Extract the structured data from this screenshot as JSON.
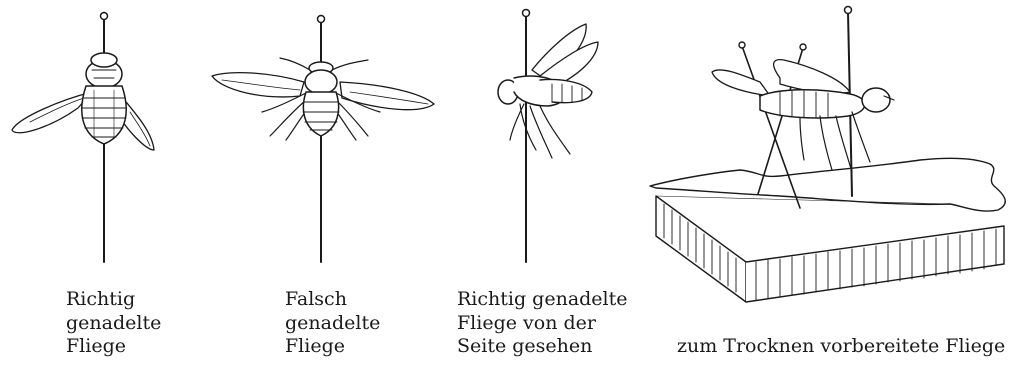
{
  "figures": [
    {
      "id": "correct",
      "caption_lines": [
        "Richtig",
        "genadelte",
        "Fliege"
      ]
    },
    {
      "id": "wrong",
      "caption_lines": [
        "Falsch",
        "genadelte",
        "Fliege"
      ]
    },
    {
      "id": "side",
      "caption_lines": [
        "Richtig genadelte",
        "Fliege von der",
        "Seite gesehen"
      ]
    },
    {
      "id": "drying",
      "caption_lines": [
        "zum Trocknen vorbereitete Fliege"
      ]
    }
  ],
  "colors": {
    "ink": "#1a1a1a",
    "paper": "#ffffff"
  },
  "icons": [
    "pinned-fly-illustration",
    "cork-block-illustration"
  ]
}
